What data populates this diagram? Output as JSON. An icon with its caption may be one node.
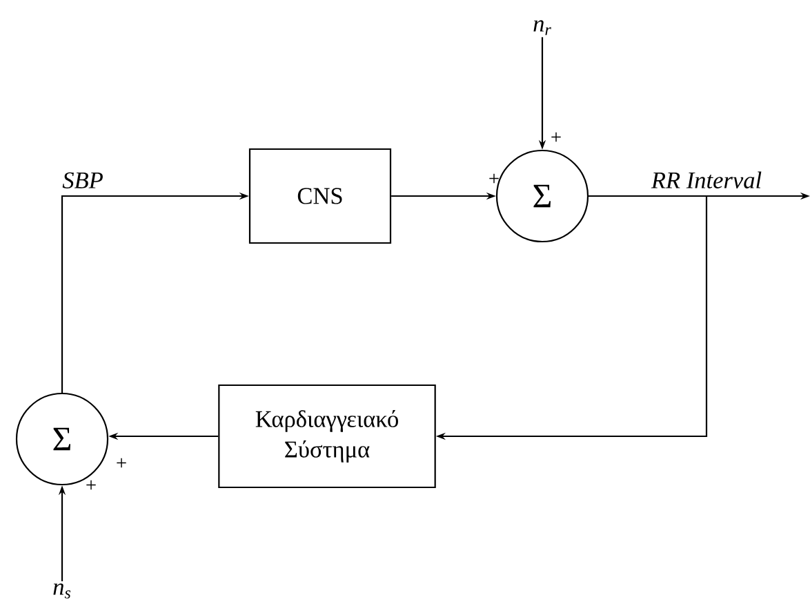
{
  "diagram": {
    "nodes": [
      {
        "text": [
          "CNS"
        ]
      },
      {
        "text": [
          "Σ"
        ]
      },
      {
        "text": [
          "Καρδιαγγειακό Σύστημα"
        ]
      },
      {
        "text": [
          "Σ"
        ]
      },
      {
        "text": [
          "n$_{r}$"
        ]
      },
      {
        "text": [
          "n$_{s}$"
        ]
      }
    ],
    "edges": [
      {
        "from": 3,
        "to": 0,
        "arrow": "to",
        "label": "SBP"
      },
      {
        "from": 0,
        "to": 1,
        "arrow": "to"
      },
      {
        "from": 4,
        "to": 1,
        "arrow": "to"
      },
      {
        "from": 1,
        "to": null,
        "arrow": "to",
        "label": "RR Interval"
      },
      {
        "from": 1,
        "to": 2,
        "arrow": "to"
      },
      {
        "from": 2,
        "to": 3,
        "arrow": "to"
      },
      {
        "from": 5,
        "to": 3,
        "arrow": "to"
      }
    ],
    "labels": [
      "+",
      "+",
      "+",
      "+"
    ]
  }
}
